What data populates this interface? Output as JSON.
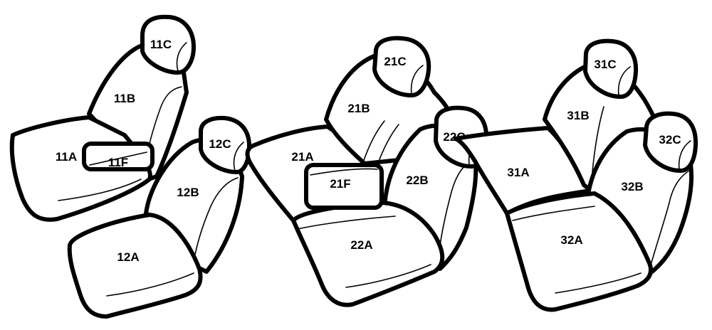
{
  "colors": {
    "line": "#000000",
    "fill": "#ffffff"
  },
  "labels": {
    "s11a": "11A",
    "s11b": "11B",
    "s11c": "11C",
    "s11f": "11F",
    "s12a": "12A",
    "s12b": "12B",
    "s12c": "12C",
    "s21a": "21A",
    "s21b": "21B",
    "s21c": "21C",
    "s21f": "21F",
    "s22a": "22A",
    "s22b": "22B",
    "s22c": "22C",
    "s31a": "31A",
    "s31b": "31B",
    "s31c": "31C",
    "s32a": "32A",
    "s32b": "32B",
    "s32c": "32C"
  }
}
